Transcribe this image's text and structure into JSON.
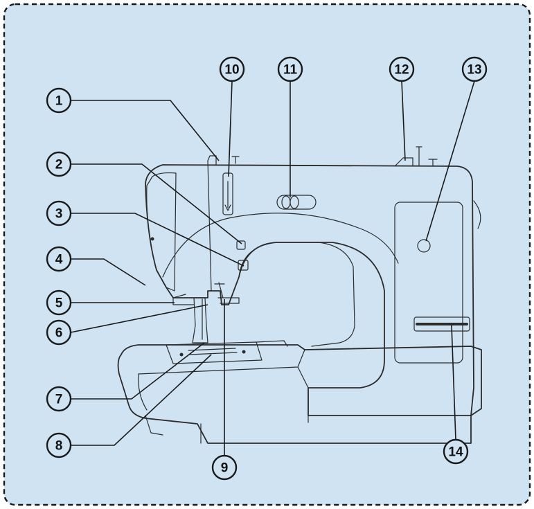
{
  "diagram": {
    "callouts": [
      {
        "id": "c1",
        "label": "1"
      },
      {
        "id": "c2",
        "label": "2"
      },
      {
        "id": "c3",
        "label": "3"
      },
      {
        "id": "c4",
        "label": "4"
      },
      {
        "id": "c5",
        "label": "5"
      },
      {
        "id": "c6",
        "label": "6"
      },
      {
        "id": "c7",
        "label": "7"
      },
      {
        "id": "c8",
        "label": "8"
      },
      {
        "id": "c9",
        "label": "9"
      },
      {
        "id": "c10",
        "label": "10"
      },
      {
        "id": "c11",
        "label": "11"
      },
      {
        "id": "c12",
        "label": "12"
      },
      {
        "id": "c13",
        "label": "13"
      },
      {
        "id": "c14",
        "label": "14"
      }
    ]
  },
  "colors": {
    "background": "#cfe3f2",
    "frame_border": "#1a1a1a",
    "line_art": "#2b2b2b",
    "machine_fill": "#dcebf6"
  }
}
